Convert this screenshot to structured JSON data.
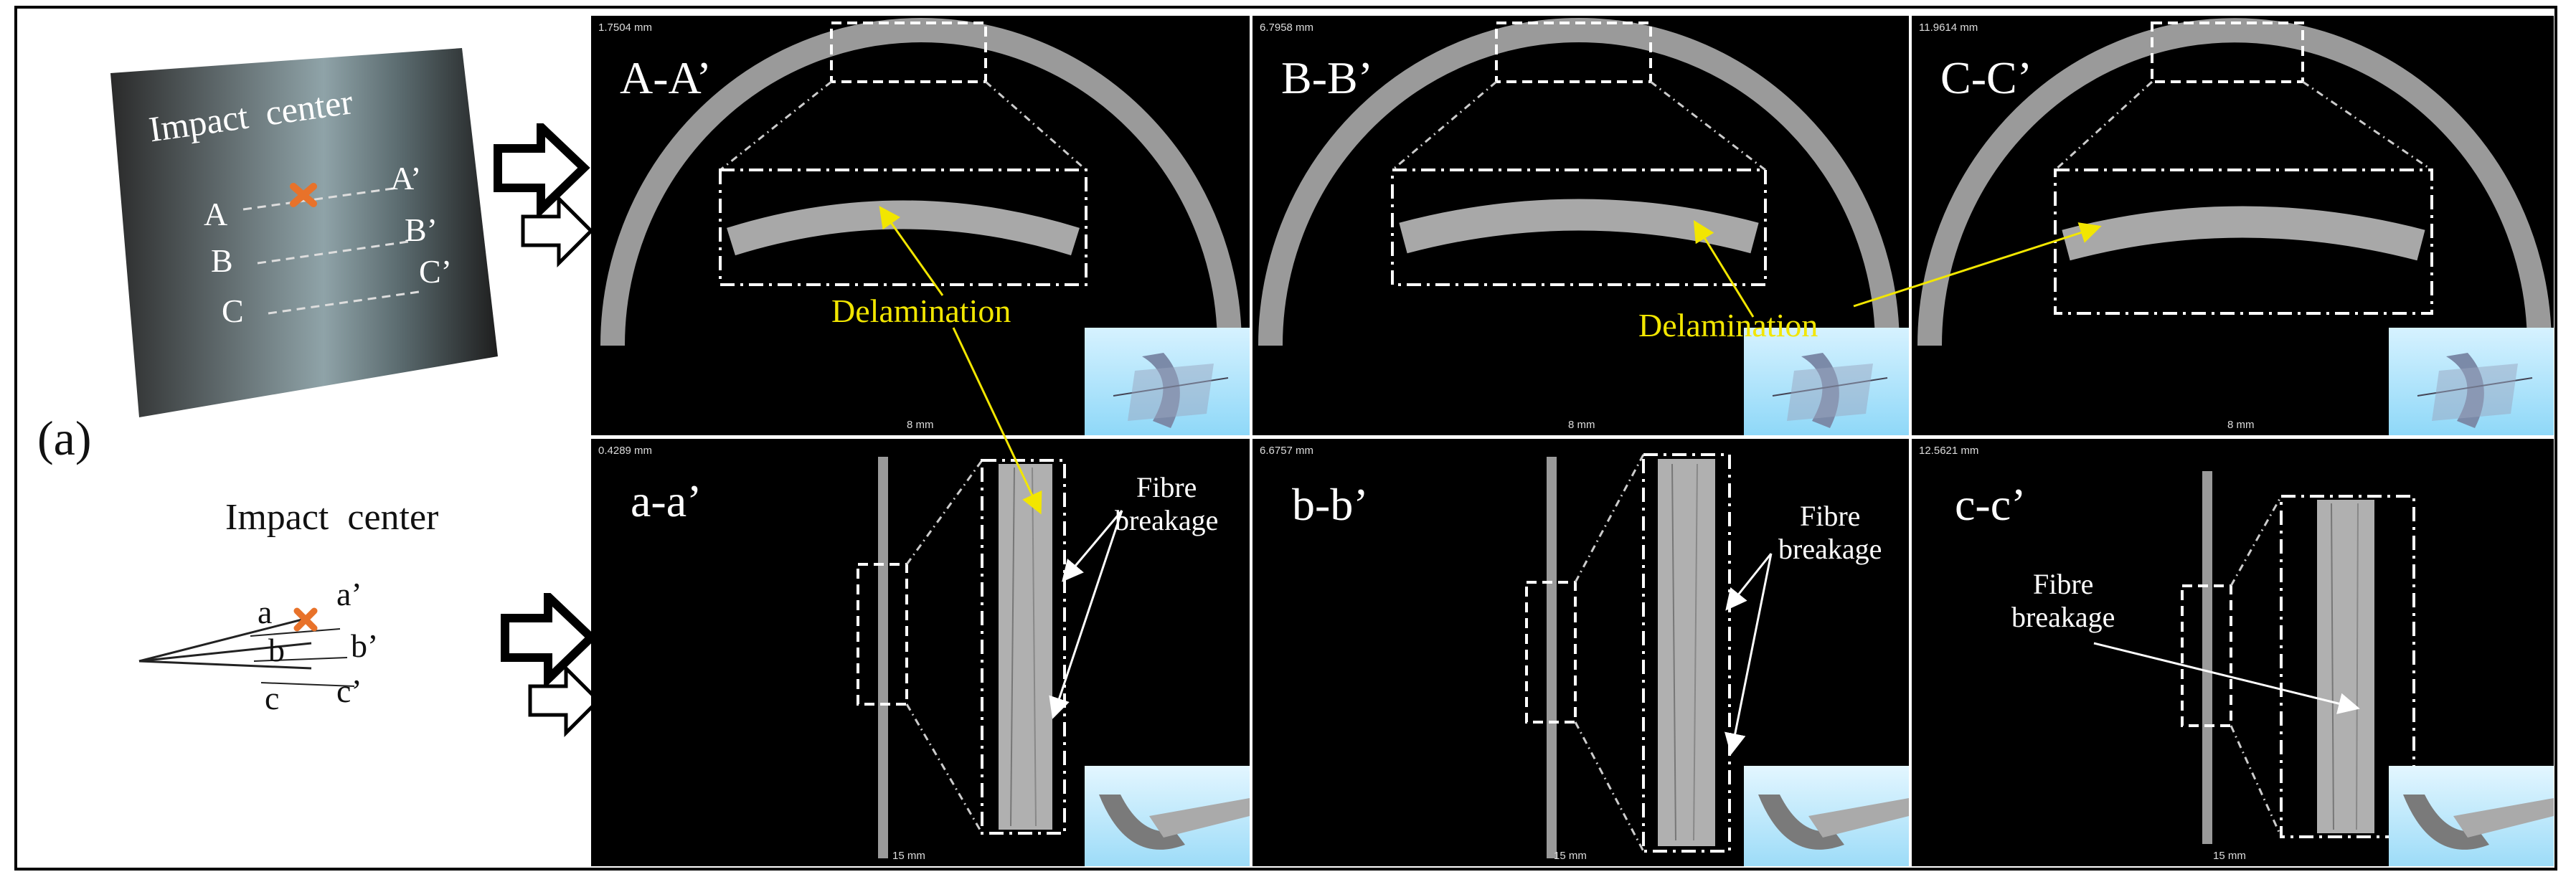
{
  "figure": {
    "panel_label": "(a)",
    "cylinder": {
      "impact_label": "Impact  center",
      "line_labels": [
        "A",
        "A’",
        "B",
        "B’",
        "C",
        "C’"
      ]
    },
    "cross_section": {
      "impact_label": "Impact  center",
      "line_labels": [
        "a",
        "a’",
        "b",
        "b’",
        "c",
        "c’"
      ]
    },
    "top_row": [
      {
        "section": "A-A’",
        "depth": "1.7504 mm",
        "scale": "8 mm"
      },
      {
        "section": "B-B’",
        "depth": "6.7958 mm",
        "scale": "8 mm"
      },
      {
        "section": "C-C’",
        "depth": "11.9614 mm",
        "scale": "8 mm"
      }
    ],
    "bottom_row": [
      {
        "section": "a-a’",
        "depth": "0.4289 mm",
        "scale": "15 mm"
      },
      {
        "section": "b-b’",
        "depth": "6.6757 mm",
        "scale": "15 mm"
      },
      {
        "section": "c-c’",
        "depth": "12.5621 mm",
        "scale": "15 mm"
      }
    ],
    "annotations": {
      "delamination_1": "Delamination",
      "delamination_2": "Delamination",
      "fibre_1": "Fibre",
      "breakage_1": "breakage",
      "fibre_2": "Fibre",
      "breakage_2": "breakage",
      "fibre_3": "Fibre",
      "breakage_3": "breakage"
    },
    "colors": {
      "annotation_yellow": "#f2e600",
      "impact_marker": "#e8722a",
      "ct_background": "#000000"
    }
  }
}
